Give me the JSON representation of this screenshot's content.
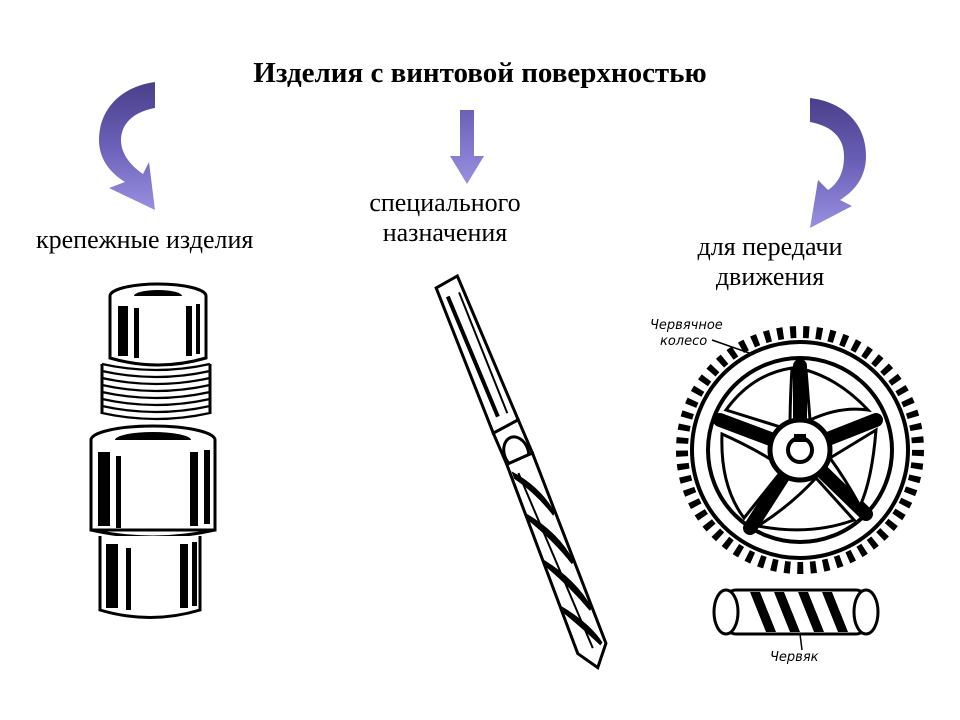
{
  "title": "Изделия с винтовой поверхностью",
  "categories": {
    "fasteners": "крепежные изделия",
    "special_line1": "специального",
    "special_line2": "назначения",
    "motion_line1": "для передачи",
    "motion_line2": "движения"
  },
  "callouts": {
    "worm_wheel_line1": "Червячное",
    "worm_wheel_line2": "колесо",
    "worm": "Червяк"
  },
  "icons": {
    "left": "curved-arrow-left-icon",
    "middle": "down-arrow-icon",
    "right": "curved-arrow-right-icon"
  },
  "colors": {
    "arrow_light": "#8a7fd0",
    "arrow_dark": "#4a3f8a"
  }
}
